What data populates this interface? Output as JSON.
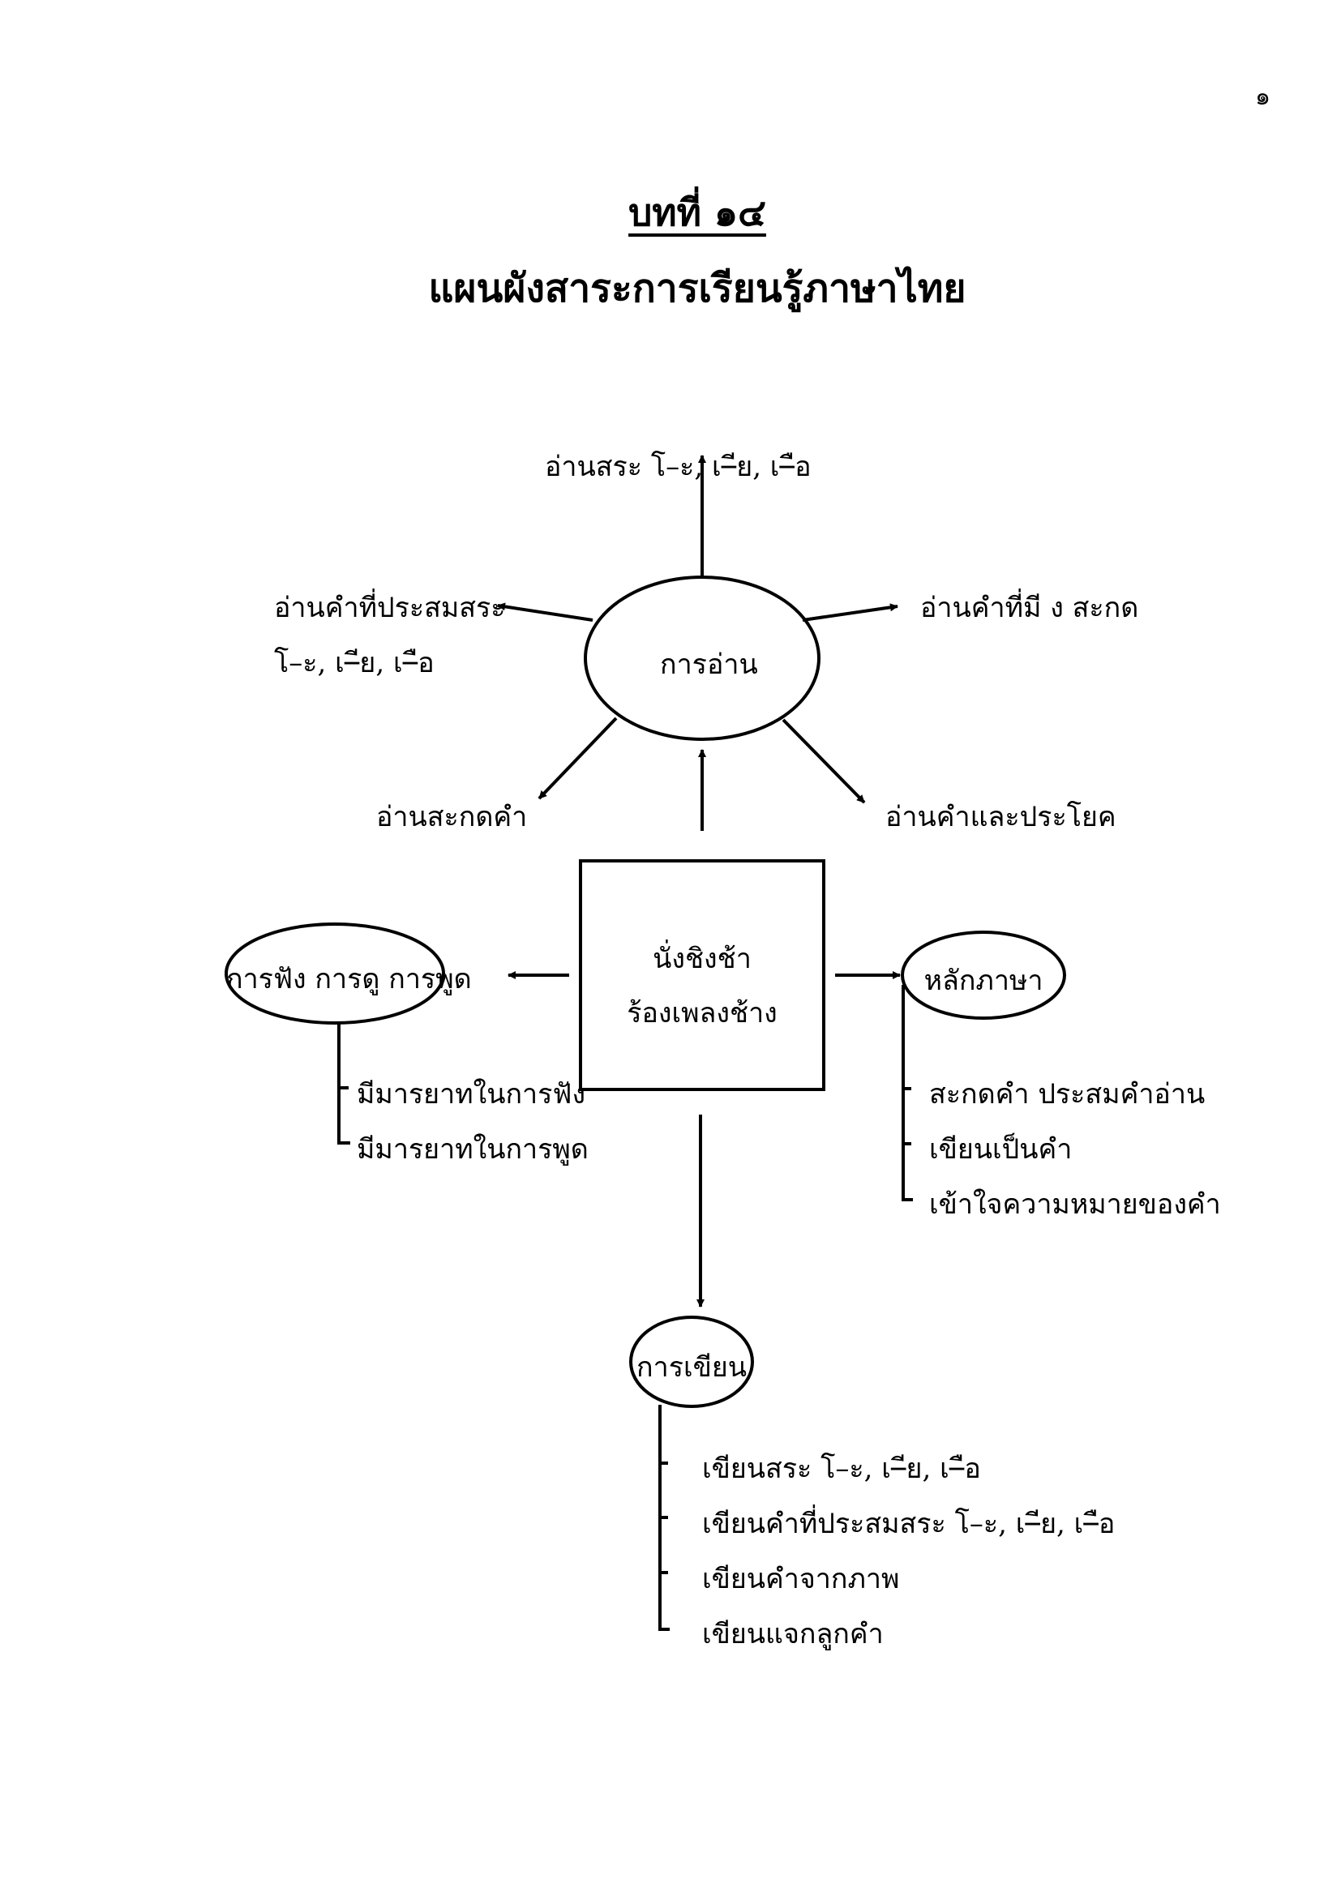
{
  "page_number": "๑",
  "chapter_title": "บทที่ ๑๔",
  "page_title": "แผนผังสาระการเรียนรู้ภาษาไทย",
  "diagram": {
    "center": {
      "line1": "นั่งชิงช้า",
      "line2": "ร้องเพลงช้าง"
    },
    "reading": {
      "label": "การอ่าน",
      "top": "อ่านสระ โ–ะ, เ–ีย, เ–ือ",
      "left_line1": "อ่านคำที่ประสมสระ",
      "left_line2": "โ–ะ, เ–ีย, เ–ือ",
      "right": "อ่านคำที่มี ง สะกด",
      "bottom_left": "อ่านสะกดคำ",
      "bottom_right": "อ่านคำและประโยค"
    },
    "listening": {
      "label": "การฟัง การดู การพูด",
      "items": [
        "มีมารยาทในการฟัง",
        "มีมารยาทในการพูด"
      ]
    },
    "language_principles": {
      "label": "หลักภาษา",
      "items": [
        "สะกดคำ ประสมคำอ่าน",
        "เขียนเป็นคำ",
        "เข้าใจความหมายของคำ"
      ]
    },
    "writing": {
      "label": "การเขียน",
      "items": [
        "เขียนสระ โ–ะ, เ–ีย, เ–ือ",
        "เขียนคำที่ประสมสระ โ–ะ, เ–ีย, เ–ือ",
        "เขียนคำจากภาพ",
        "เขียนแจกลูกคำ"
      ]
    }
  }
}
